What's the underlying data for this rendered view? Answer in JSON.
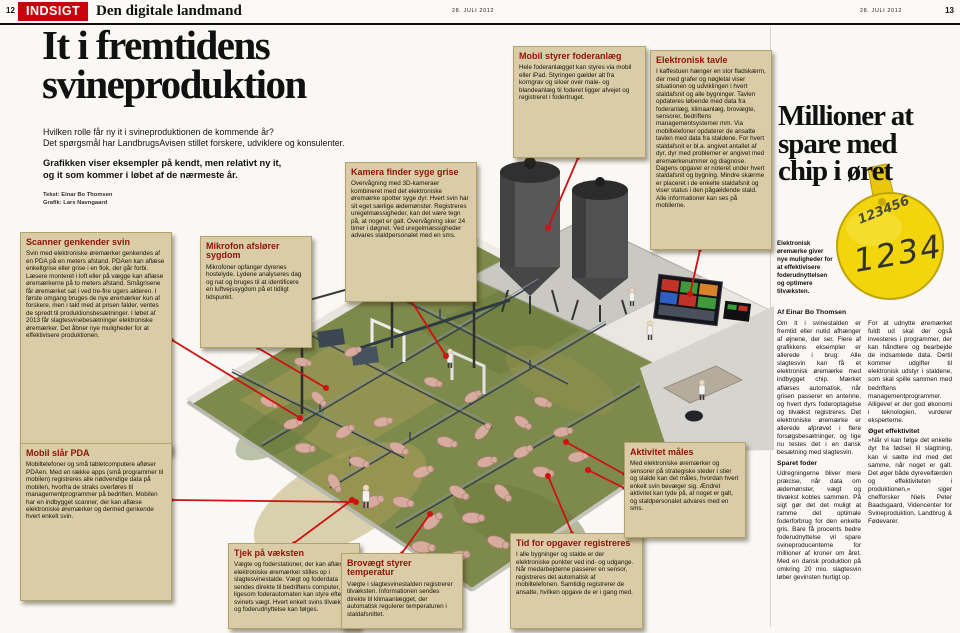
{
  "masthead": {
    "page_left": "12",
    "page_right": "13",
    "section": "INDSIGT",
    "title": "Den digitale landmand",
    "date": "28. JULI 2012"
  },
  "intro": {
    "headline_line1": "It i fremtidens",
    "headline_line2": "svineproduktion",
    "standfirst_line1": "Hvilken rolle får ny it i svineproduktionen de kommende år?",
    "standfirst_line2": "Det spørgsmål har LandbrugsAvisen stillet forskere, udviklere og konsulenter.",
    "note_line1": "Grafikken viser eksempler på kendt, men relativt ny it,",
    "note_line2": "og it som kommer i løbet af de nærmeste år.",
    "credit_text": "Tekst: Einar Bo Thomsen",
    "credit_graphic": "Grafik: Lars Navngaard"
  },
  "callouts": [
    {
      "id": "scanner",
      "title": "Scanner genkender svin",
      "body": "Svin med elektroniske øremærker genkendes af en PDA på en meters afstand. PDAen kan aflæse enkeltgrise eller grise i en flok, der går forbi. Læsere monteret i loft eller på vægge kan aflæse øremærkerne på to meters afstand. Smågrisene får øremærket sat i ved tre-fire ugers alderen. I første omgang bruges de nye øremærker kun af forskere, men i takt med at prisen falder, ventes de spredt til produktionsbesætninger. I løbet af 2013 får slagtesvinebesætninger elektroniske øremærker. Det åbner nye muligheder for at effektivisere produktionen."
    },
    {
      "id": "mikrofon",
      "title": "Mikrofon afslører sygdom",
      "body": "Mikrofoner opfanger dyrenes hostelyde. Lydene analyseres dag og nat og bruges til at identificere en luftvejssygdom på et tidligt tidspunkt."
    },
    {
      "id": "kamera",
      "title": "Kamera finder syge grise",
      "body": "Overvågning med 3D-kameraer kombineret med det elektroniske øremærke spotter syge dyr. Hvert svin har sit eget særlige ædemønster. Registreres uregelmæssigheder, kan det være tegn på, at noget er galt. Overvågning sker 24 timer i døgnet. Ved uregelmæssigheder advares staldpersonalet med en sms."
    },
    {
      "id": "foderanlaeg",
      "title": "Mobil styrer foderanlæg",
      "body": "Hele foderanlægget kan styres via mobil eller iPad. Styringen gælder alt fra korngrav og siloer over male- og blandeanlæg til foderet ligger afvejet og registreret i fodertruget."
    },
    {
      "id": "tavle",
      "title": "Elektronisk tavle",
      "body": "I kaffestuen hænger en stor fladskærm, der med grafer og nøgletal viser situationen og udviklingen i hvert staldafsnit og alle bygninger. Tavlen opdateres løbende med data fra foderanlæg, klimaanlæg, brovægte, sensorer, bedriftens managementsystemer mm. Via mobiltelefoner opdaterer de ansatte tavlen med data fra staldene. For hvert staldafsnit er bl.a. angivet antallet af dyr, dyr med problemer er angivet med øremærkenummer og diagnose. Dagens opgaver er noteret under hvert staldafsnit og bygning. Mindre skærme er placeret i de enkelte staldafsnit og viser status i den pågældende stald. Alle informationer kan ses på mobilerne."
    },
    {
      "id": "pda",
      "title": "Mobil slår PDA",
      "body": "Mobiltelefoner og små tabletcomputere afløser PDAen. Med en række apps (små programmer til mobilen) registreres alle nødvendige data på mobilen, hvorfra de straks overføres til managementprogrammer på bedriften. Mobilen har en indbygget scanner, der kan aflæse elektroniske øremærker og dermed genkende hvert enkelt svin."
    },
    {
      "id": "tjek",
      "title": "Tjek på væksten",
      "body": "Vægte og foderstationer, der kan aflæse elektroniske øremærker stilles op i slagtesvinestalde. Vægt og foderdata sendes direkte til bedriftens computer, ligesom foderautomaten kan styre efter svinets vægt. Hvert enkelt svins tilvækst og foderudnyttelse kan følges."
    },
    {
      "id": "brovaegt",
      "title": "Brovægt styrer temperatur",
      "body": "Vægte i slagtesvinestalden registrerer tilvæksten. Informationen sendes direkte til klimaanlægget, der automatisk regulerer temperaturen i staldafsnittet."
    },
    {
      "id": "tid",
      "title": "Tid for opgaver registreres",
      "body": "I alle bygninger og stalde er der elektroniske punkter ved ind- og udgange. Når medarbejderne passerer en sensor, registreres det automatisk af mobiltelefonen. Samtidig registrerer de ansatte, hvilken opgave de er i gang med."
    },
    {
      "id": "aktivitet",
      "title": "Aktivitet måles",
      "body": "Med elektroniske øremærker og sensorer på strategiske steder i stier og stalde kan det måles, hvordan hvert enkelt svin bevæger sig. Ændret aktivitet kan tyde på, at noget er galt, og staldpersonalet advares med en sms."
    }
  ],
  "article": {
    "headline_line1": "Millioner at",
    "headline_line2": "spare med",
    "headline_line3": "chip i øret",
    "tag_number_top": "123456",
    "tag_number_big": "1234",
    "caption": "Elektronisk øremærke giver nye muligheder for at effektivisere foderudnyttelsen og optimere tilvæksten.",
    "byline": "Af Einar Bo Thomsen",
    "col1_p1": "Om it i svinestalden er fremtid eller nutid afhænger af øjnene, der ser. Flere af grafikkens eksempler er allerede i brug: Alle slagtesvin kan få et elektronisk øremærke med indbygget chip. Mærket aflæses automatisk, når grisen passerer en antenne, og hvert dyrs foderoptagelse og tilvækst registreres. Det elektroniske øremærke er allerede afprøvet i flere forsøgsbesætninger, og lige nu testes det i en dansk besætning med slagtesvin.",
    "col1_subhead": "Sparet foder",
    "col1_p2": "Udregningerne bliver mere præcise, når data om ædemønster, vægt og tilvækst kobles sammen. På sigt gør det det muligt at ramme det optimale foderforbrug for den enkelte gris. Bare få procents bedre foderudnyttelse vil spare svineproducenterne for millioner af kroner om året. Med en dansk produktion på omkring 20 mio. slagtesvin løber gevinsten hurtigt op.",
    "col2_p1": "For at udnytte øremærket fuldt ud skal der også investeres i programmer, der kan håndtere og bearbejde de indsamlede data. Dertil kommer udgifter til elektronisk udstyr i staldene, som skal spille sammen med bedriftens managementprogrammer. Alligevel er der god økonomi i teknologien, vurderer eksperterne.",
    "col2_subhead": "Øget effektivitet",
    "col2_p2": "»Når vi kan følge det enkelte dyr fra fødsel til slagtning, kan vi sætte ind med det samme, når noget er galt. Det øger både dyrevelfærden og effektiviteten i produktionen,« siger chefforsker Niels Peter Baadsgaard, Videncenter for Svineproduktion, Landbrug & Fødevarer."
  }
}
